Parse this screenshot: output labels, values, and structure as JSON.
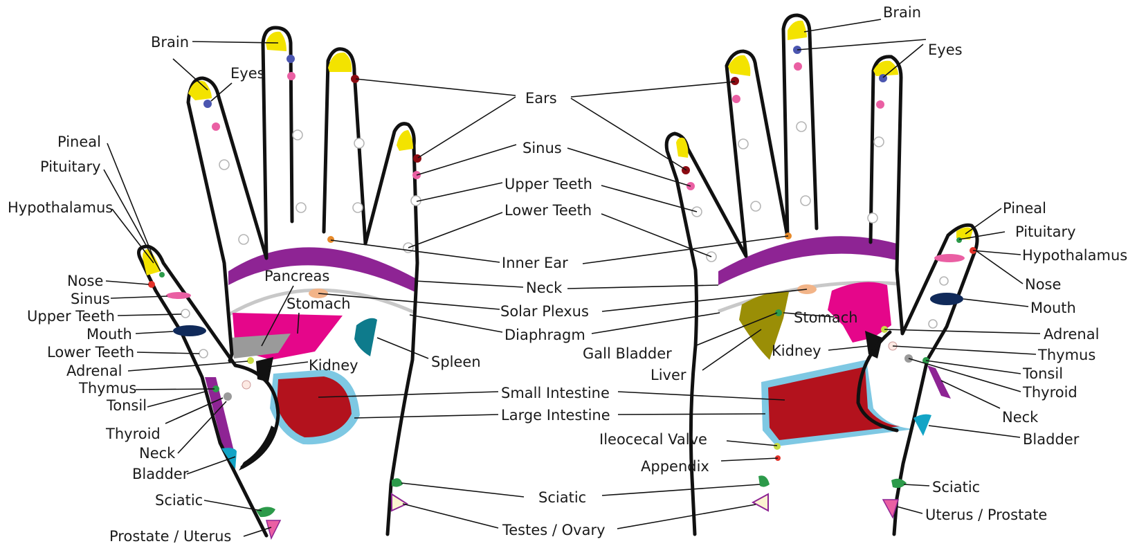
{
  "colors": {
    "purple": "#8e2494",
    "yellow": "#f3e300",
    "magenta": "#e5068a",
    "red": "#b3121d",
    "light_blue": "#7ec8e3",
    "teal": "#0e7b8c",
    "olive": "#9a8e06",
    "pink": "#ea5fa3",
    "dark_red": "#8b0b12",
    "blue": "#4b56b0",
    "green": "#2c9a4a",
    "orange": "#e78a2a",
    "peach": "#f2b488",
    "gray": "#9a9a9a",
    "cream": "#fbf3d0",
    "navy": "#102a5a"
  },
  "left_hand": {
    "brain": "Brain",
    "eyes": "Eyes",
    "pineal": "Pineal",
    "pituitary": "Pituitary",
    "hypothalamus": "Hypothalamus",
    "nose": "Nose",
    "sinus": "Sinus",
    "upper_teeth": "Upper Teeth",
    "mouth": "Mouth",
    "lower_teeth": "Lower Teeth",
    "adrenal": "Adrenal",
    "thymus": "Thymus",
    "tonsil": "Tonsil",
    "thyroid": "Thyroid",
    "neck": "Neck",
    "bladder": "Bladder",
    "sciatic": "Sciatic",
    "prostate_uterus": "Prostate / Uterus",
    "pancreas": "Pancreas",
    "stomach": "Stomach",
    "kidney": "Kidney",
    "spleen": "Spleen"
  },
  "center": {
    "ears": "Ears",
    "sinus": "Sinus",
    "upper_teeth": "Upper Teeth",
    "lower_teeth": "Lower Teeth",
    "inner_ear": "Inner Ear",
    "neck": "Neck",
    "solar_plexus": "Solar Plexus",
    "diaphragm": "Diaphragm",
    "small_intestine": "Small Intestine",
    "large_intestine": "Large Intestine",
    "sciatic": "Sciatic",
    "testes_ovary": "Testes / Ovary"
  },
  "right_hand": {
    "brain": "Brain",
    "eyes": "Eyes",
    "pineal": "Pineal",
    "pituitary": "Pituitary",
    "hypothalamus": "Hypothalamus",
    "nose": "Nose",
    "mouth": "Mouth",
    "adrenal": "Adrenal",
    "thymus": "Thymus",
    "tonsil": "Tonsil",
    "thyroid": "Thyroid",
    "neck": "Neck",
    "bladder": "Bladder",
    "sciatic": "Sciatic",
    "uterus_prostate": "Uterus / Prostate",
    "stomach": "Stomach",
    "gall_bladder": "Gall Bladder",
    "liver": "Liver",
    "kidney": "Kidney",
    "ileocecal_valve": "Ileocecal Valve",
    "appendix": "Appendix"
  }
}
